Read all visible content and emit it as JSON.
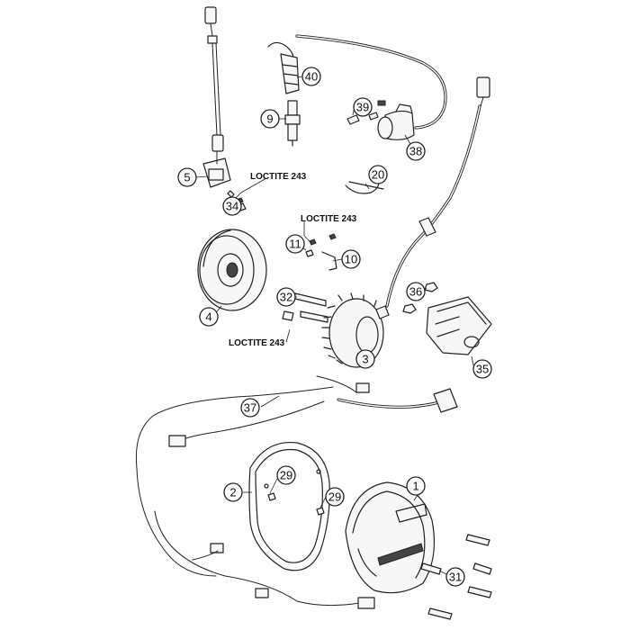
{
  "callouts": [
    {
      "label": "40"
    },
    {
      "label": "9"
    },
    {
      "label": "39"
    },
    {
      "label": "38"
    },
    {
      "label": "5"
    },
    {
      "label": "34"
    },
    {
      "label": "20"
    },
    {
      "label": "11"
    },
    {
      "label": "10"
    },
    {
      "label": "4"
    },
    {
      "label": "32"
    },
    {
      "label": "36"
    },
    {
      "label": "3"
    },
    {
      "label": "35"
    },
    {
      "label": "37"
    },
    {
      "label": "29"
    },
    {
      "label": "2"
    },
    {
      "label": "29"
    },
    {
      "label": "1"
    },
    {
      "label": "31"
    }
  ],
  "notes": [
    "LOCTITE 243",
    "LOCTITE 243",
    "LOCTITE 243"
  ]
}
